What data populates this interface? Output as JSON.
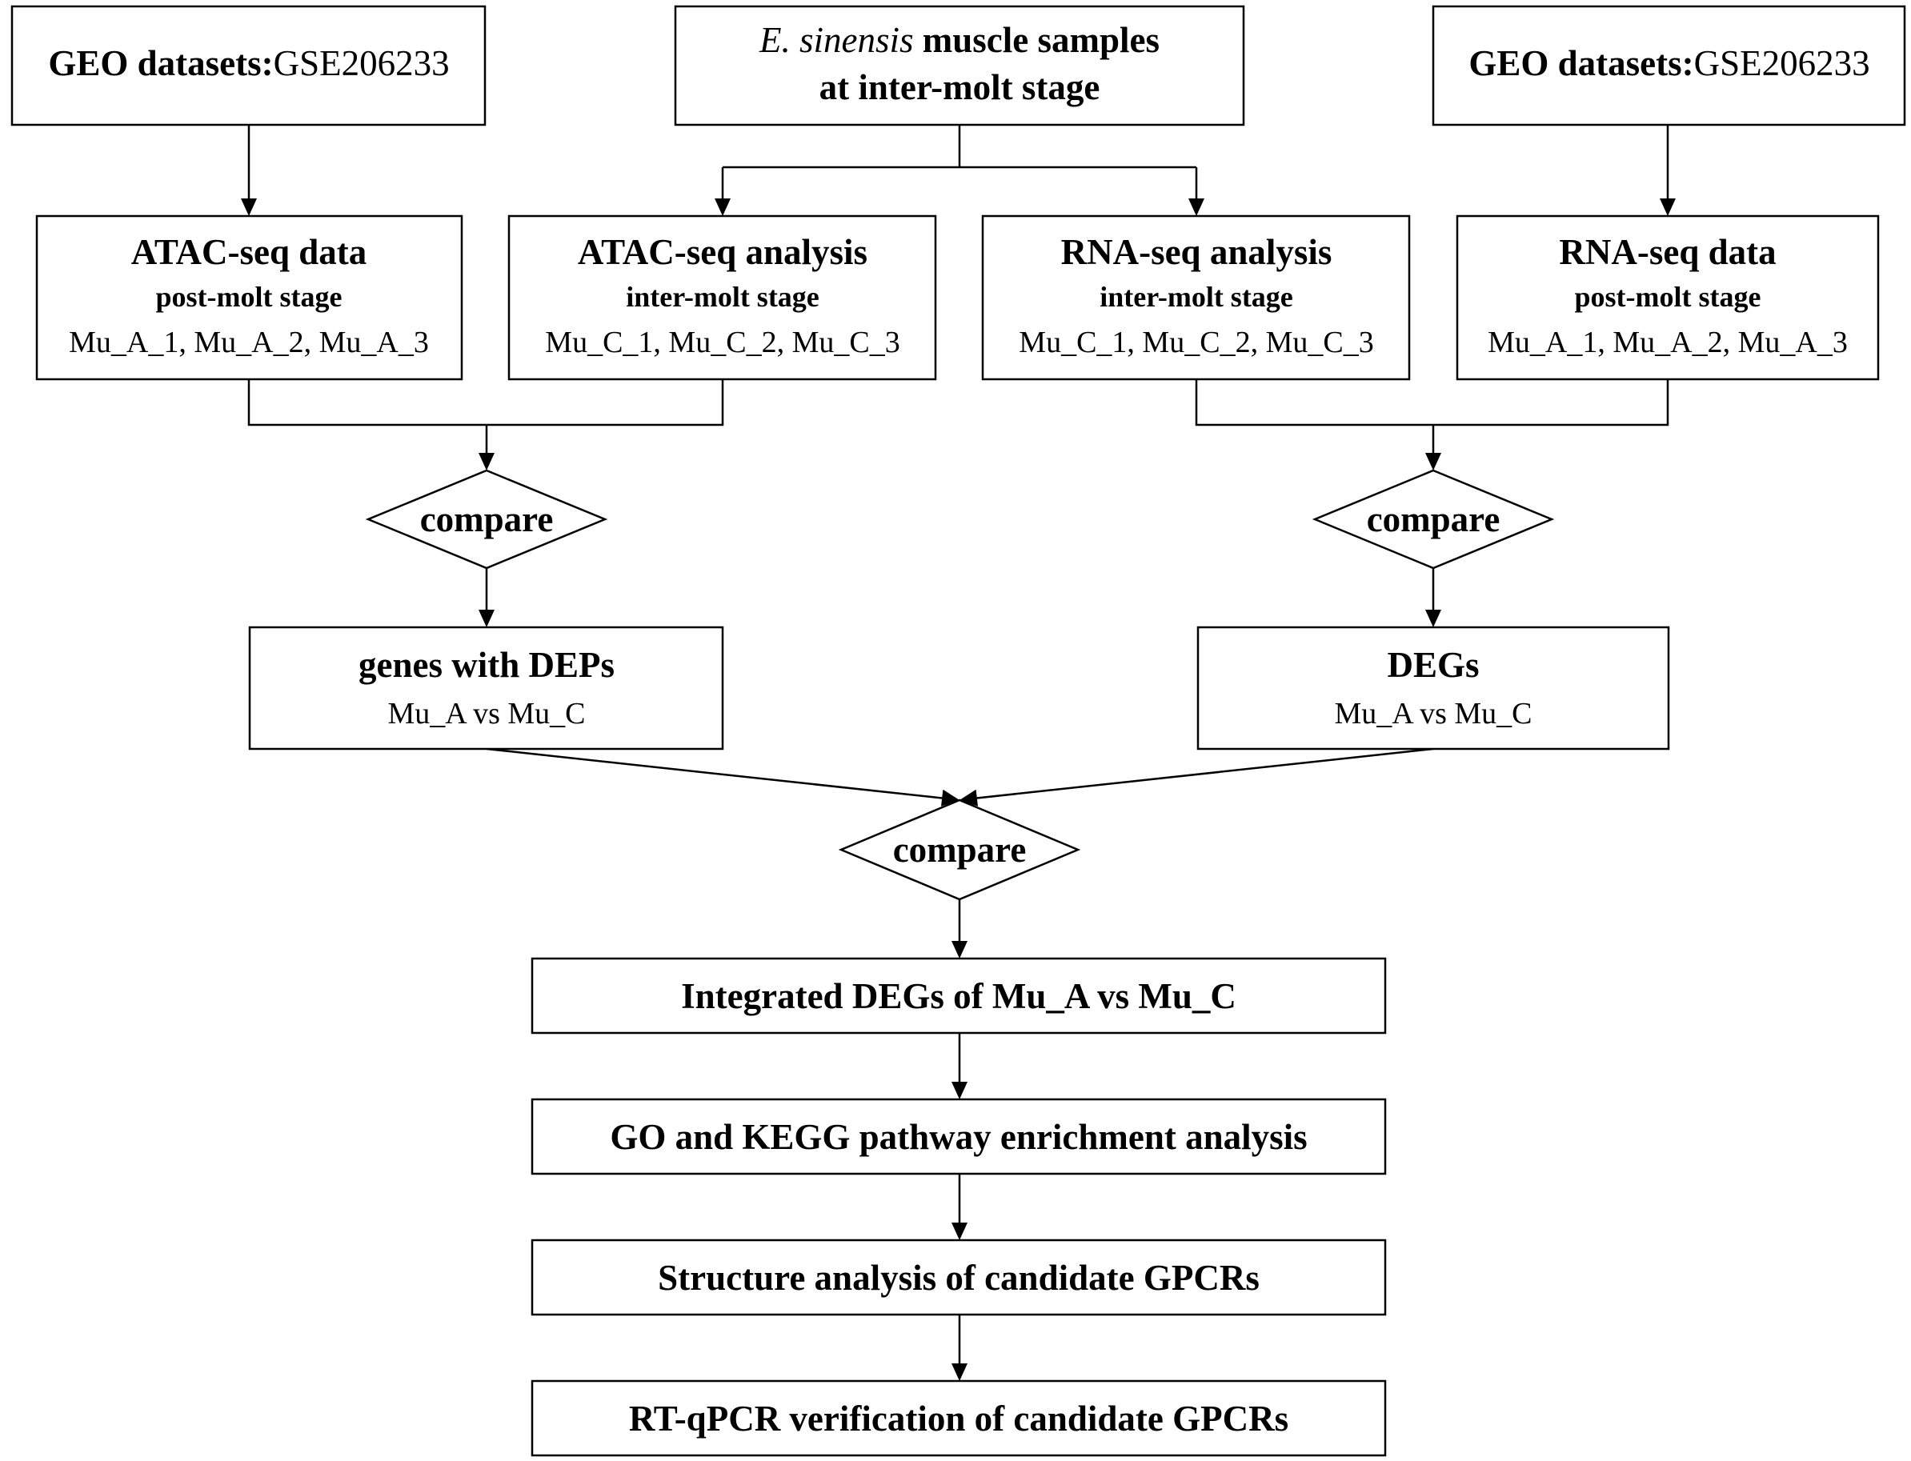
{
  "geo_left": {
    "bold": "GEO datasets:",
    "id": "GSE206233"
  },
  "geo_right": {
    "bold": "GEO datasets:",
    "id": "GSE206233"
  },
  "source": {
    "line1_italic": "E. sinensis",
    "line1_rest": " muscle samples",
    "line2": "at inter-molt stage"
  },
  "atac_data": {
    "title": "ATAC-seq data",
    "stage": "post-molt stage",
    "samples": "Mu_A_1, Mu_A_2, Mu_A_3"
  },
  "atac_analysis": {
    "title": "ATAC-seq analysis",
    "stage": "inter-molt stage",
    "samples": "Mu_C_1, Mu_C_2, Mu_C_3"
  },
  "rna_analysis": {
    "title": "RNA-seq analysis",
    "stage": "inter-molt stage",
    "samples": "Mu_C_1, Mu_C_2, Mu_C_3"
  },
  "rna_data": {
    "title": "RNA-seq data",
    "stage": "post-molt stage",
    "samples": "Mu_A_1, Mu_A_2, Mu_A_3"
  },
  "compare_left": "compare",
  "compare_right": "compare",
  "compare_center": "compare",
  "genes_deps": {
    "title": "genes with DEPs",
    "sub": "Mu_A vs Mu_C"
  },
  "degs": {
    "title": "DEGs",
    "sub": "Mu_A vs Mu_C"
  },
  "integrated": "Integrated DEGs of Mu_A vs Mu_C",
  "enrichment": "GO and KEGG pathway enrichment analysis",
  "structure": "Structure analysis of candidate GPCRs",
  "rtqpcr": "RT-qPCR verification of candidate GPCRs"
}
